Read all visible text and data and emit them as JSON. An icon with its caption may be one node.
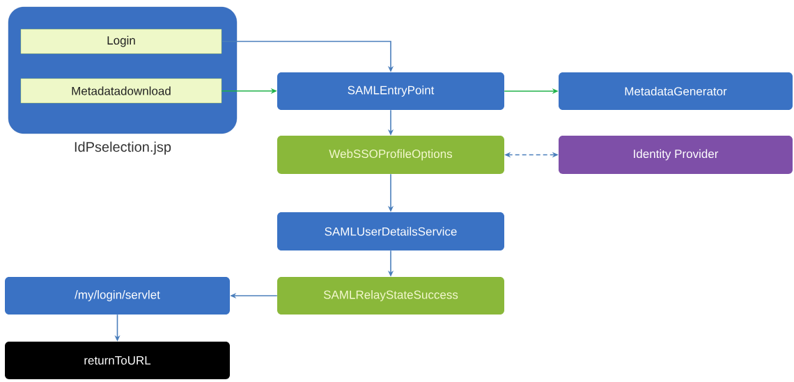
{
  "diagram": {
    "nodes": [
      {
        "text": [
          "IdPselection.jsp"
        ]
      },
      {
        "text": [
          "Login"
        ],
        "in": 0
      },
      {
        "text": [
          "Metadatadownload"
        ],
        "in": 0
      },
      {
        "text": [
          "SAMLEntryPoint"
        ]
      },
      {
        "text": [
          "MetadataGenerator"
        ]
      },
      {
        "text": [
          "WebSSOProfileOptions"
        ]
      },
      {
        "text": [
          "Identity Provider"
        ]
      },
      {
        "text": [
          "SAMLUserDetailsService"
        ]
      },
      {
        "text": [
          "SAMLRelayStateSuccess"
        ]
      },
      {
        "text": [
          "/my/login/servlet"
        ]
      },
      {
        "text": [
          "returnToURL"
        ]
      }
    ],
    "edges": [
      {
        "from": 1,
        "to": 3,
        "arrow": "to"
      },
      {
        "from": 2,
        "to": 3,
        "arrow": "to",
        "color": "#1fb24a"
      },
      {
        "from": 3,
        "to": 4,
        "arrow": "to",
        "color": "#1fb24a"
      },
      {
        "from": 3,
        "to": 5,
        "arrow": "to"
      },
      {
        "from": 5,
        "to": 6,
        "arrow": "both",
        "style": "dashed"
      },
      {
        "from": 5,
        "to": 7,
        "arrow": "to"
      },
      {
        "from": 7,
        "to": 8,
        "arrow": "to"
      },
      {
        "from": 8,
        "to": 9,
        "arrow": "to"
      },
      {
        "from": 9,
        "to": 10,
        "arrow": "to"
      }
    ]
  }
}
